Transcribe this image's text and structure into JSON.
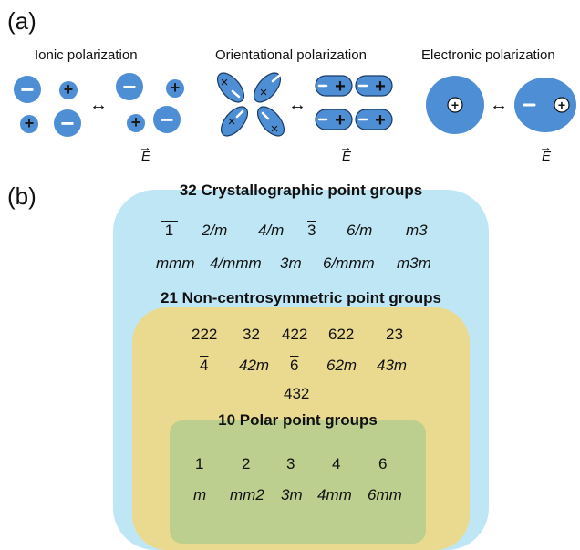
{
  "panel_a": {
    "label": "(a)",
    "ionic": {
      "title": "Ionic polarization"
    },
    "orientational": {
      "title": "Orientational polarization"
    },
    "electronic": {
      "title": "Electronic polarization"
    },
    "field_label": "E",
    "double_arrow": "↔",
    "plus": "+",
    "minus": "−",
    "cross": "×"
  },
  "panel_b": {
    "label": "(b)",
    "crystallographic": {
      "title": "32 Crystallographic point groups",
      "row1": [
        "1",
        "2/m",
        "4/m",
        "3",
        "6/m",
        "m3"
      ],
      "row2": [
        "mmm",
        "4/mmm",
        "3m",
        "6/mmm",
        "m3m"
      ]
    },
    "noncentro": {
      "title": "21 Non-centrosymmetric point groups",
      "row1": [
        "222",
        "32",
        "422",
        "622",
        "23"
      ],
      "row2": [
        "4",
        "42m",
        "6",
        "62m",
        "43m"
      ],
      "row3": [
        "432"
      ]
    },
    "polar": {
      "title": "10 Polar point groups",
      "row1": [
        "1",
        "2",
        "3",
        "4",
        "6"
      ],
      "row2": [
        "m",
        "mm2",
        "3m",
        "4mm",
        "6mm"
      ]
    },
    "colors": {
      "crystallographic": "#bfe6f5",
      "noncentro": "#ecd98a",
      "polar": "#bccf8f"
    }
  }
}
